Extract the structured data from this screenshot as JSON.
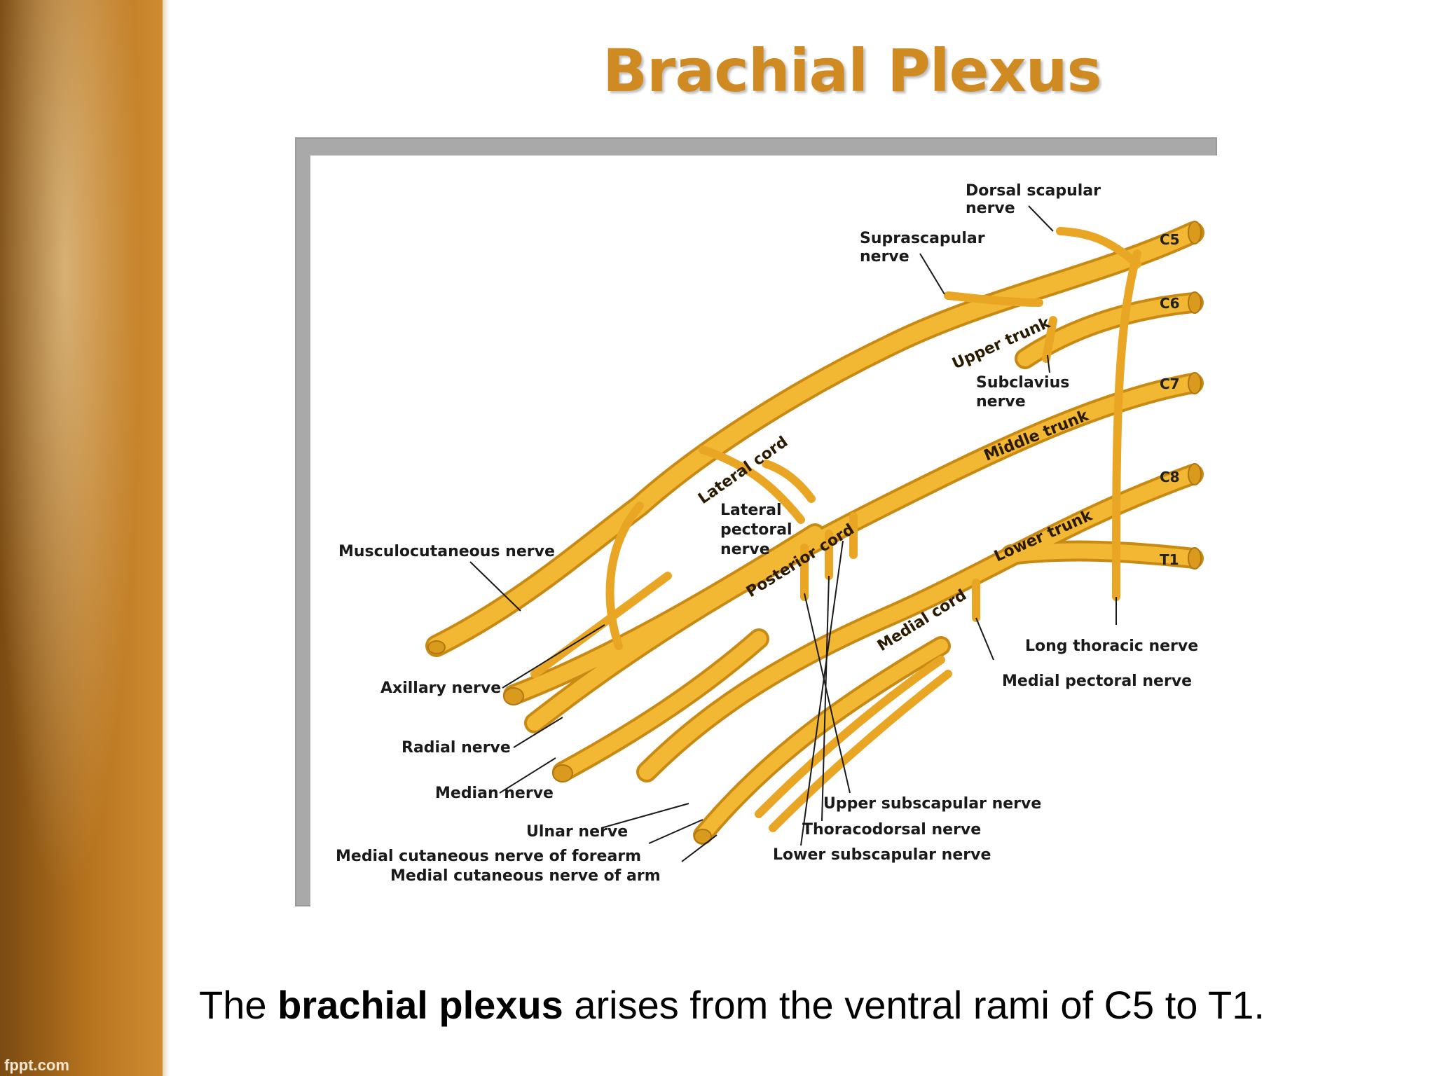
{
  "title": "Brachial Plexus",
  "brand": "fppt.com",
  "caption": {
    "prefix": "The ",
    "bold": "brachial plexus",
    "suffix": " arises from the ventral rami of C5 to T1."
  },
  "colors": {
    "title": "#cf8a22",
    "nerve": "#f1b52e",
    "nerve_dark": "#c98a14",
    "sidebar": "#b7741f"
  },
  "diagram": {
    "roots": [
      "C5",
      "C6",
      "C7",
      "C8",
      "T1"
    ],
    "trunks": [
      "Upper trunk",
      "Middle trunk",
      "Lower trunk"
    ],
    "cords": [
      "Lateral cord",
      "Posterior cord",
      "Medial cord"
    ],
    "labels": {
      "dorsal_scapular_1": "Dorsal scapular",
      "dorsal_scapular_2": "nerve",
      "suprascapular_1": "Suprascapular",
      "suprascapular_2": "nerve",
      "subclavius_1": "Subclavius",
      "subclavius_2": "nerve",
      "lateral_pectoral_1": "Lateral",
      "lateral_pectoral_2": "pectoral",
      "lateral_pectoral_3": "nerve",
      "musculocutaneous": "Musculocutaneous nerve",
      "axillary": "Axillary nerve",
      "radial": "Radial nerve",
      "median": "Median nerve",
      "ulnar": "Ulnar nerve",
      "med_cut_forearm": "Medial cutaneous nerve of forearm",
      "med_cut_arm": "Medial cutaneous nerve of arm",
      "upper_subscapular": "Upper subscapular nerve",
      "thoracodorsal": "Thoracodorsal nerve",
      "lower_subscapular": "Lower subscapular nerve",
      "long_thoracic": "Long thoracic nerve",
      "medial_pectoral": "Medial pectoral nerve"
    }
  }
}
